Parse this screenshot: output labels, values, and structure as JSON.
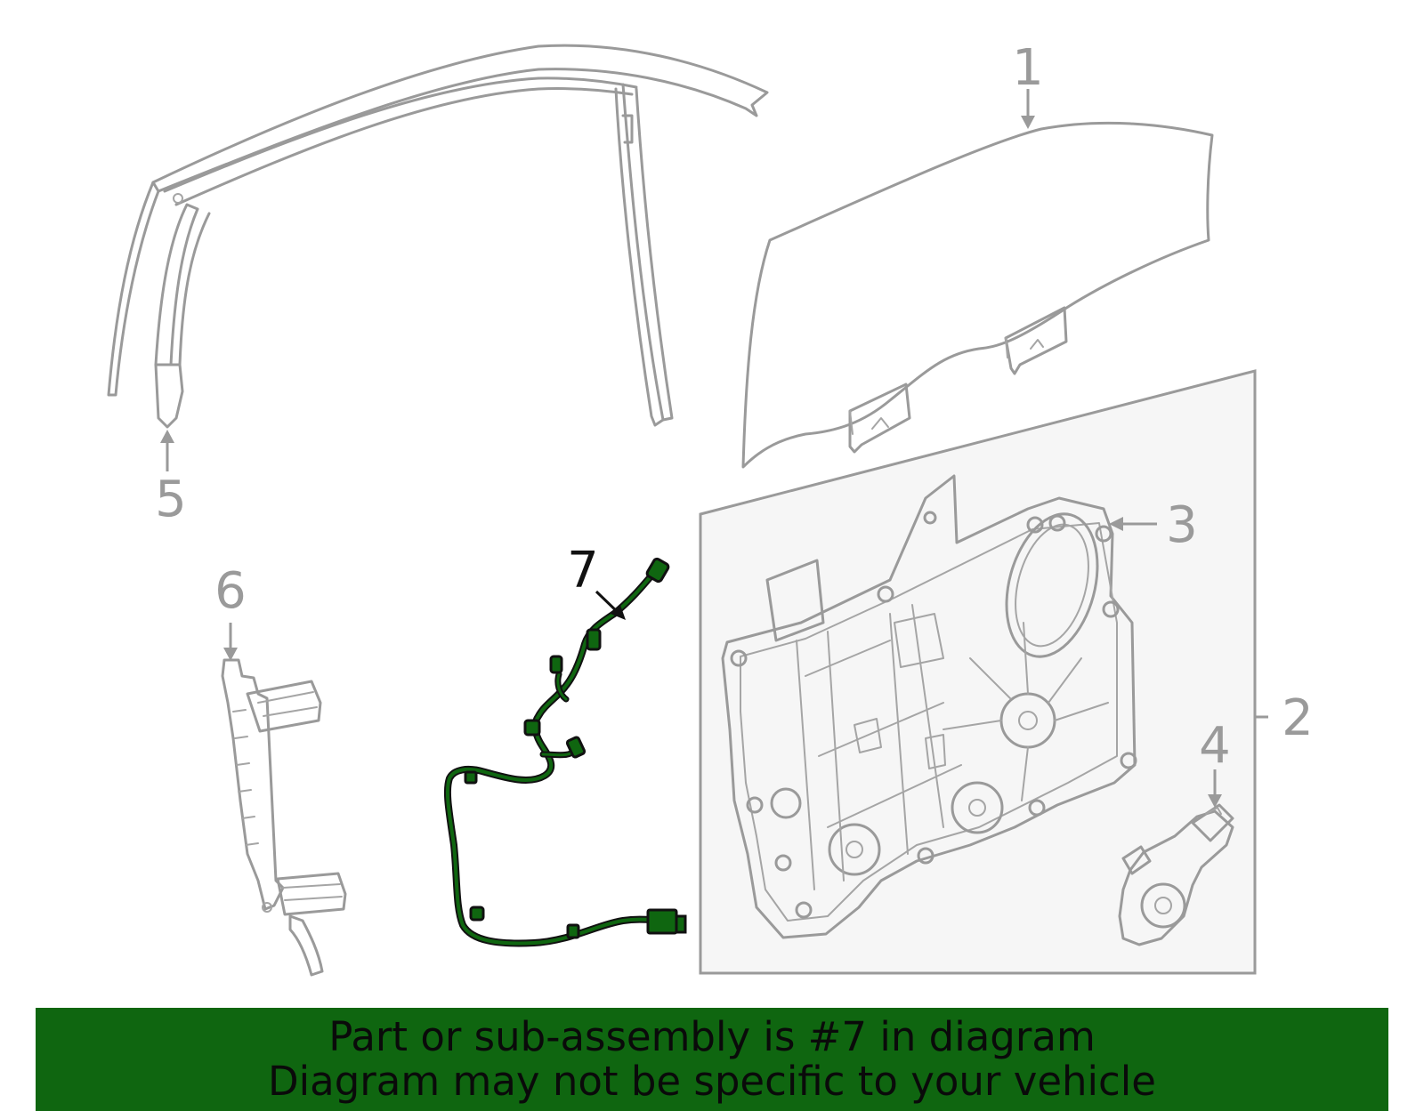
{
  "callouts": {
    "c1": "1",
    "c2": "2",
    "c3": "3",
    "c4": "4",
    "c5": "5",
    "c6": "6",
    "c7": "7"
  },
  "highlighted_part": "7",
  "colors": {
    "highlight": "#0f6610",
    "part_stroke": "#9a9a9a",
    "panel_fill": "#f6f6f6",
    "banner": "#0f6610"
  },
  "banner": {
    "line1": "Part or sub-assembly is #7 in diagram",
    "line2": "Diagram may not be specific to your vehicle"
  }
}
